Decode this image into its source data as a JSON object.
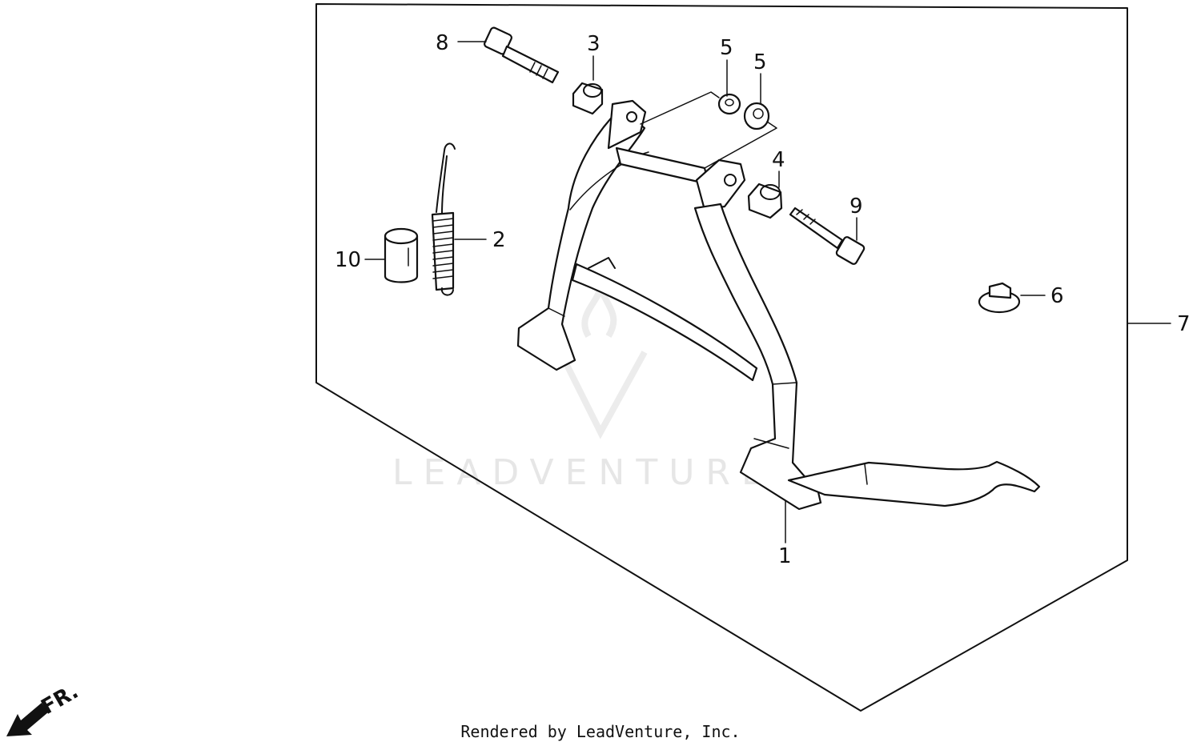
{
  "callouts": [
    "1",
    "2",
    "3",
    "4",
    "5",
    "5",
    "6",
    "7",
    "8",
    "9",
    "10"
  ],
  "direction_label": "FR.",
  "watermark_text": "LEADVENTURE",
  "footer_text": "Rendered by LeadVenture, Inc.",
  "colors": {
    "line": "#111111",
    "watermark": "#e6e6e6",
    "background": "#ffffff"
  }
}
